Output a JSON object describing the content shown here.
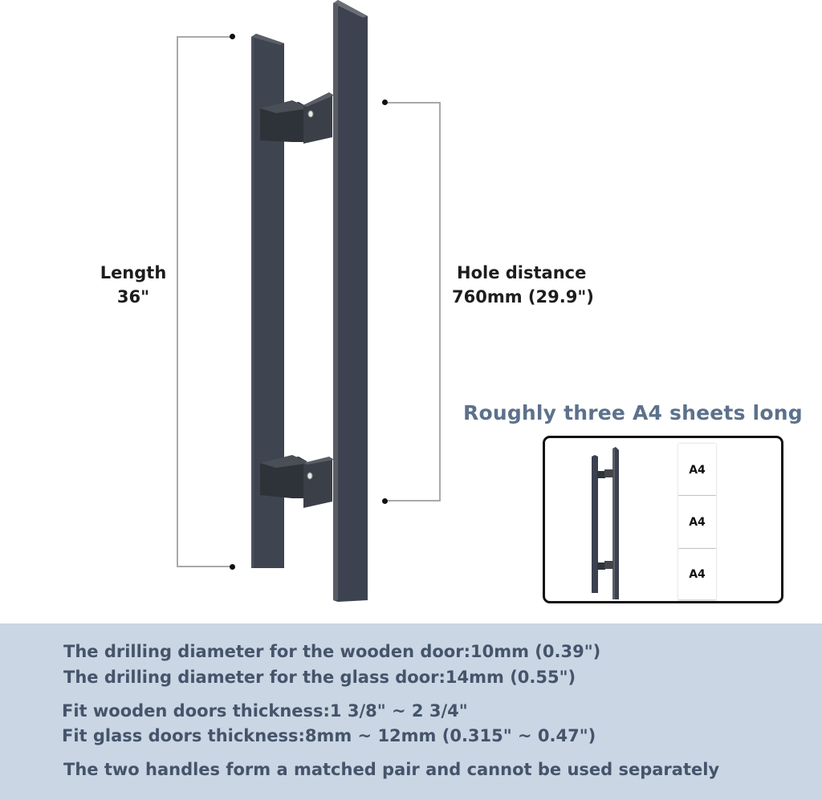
{
  "dimensions": {
    "length": {
      "title": "Length",
      "value": "36\""
    },
    "hole_distance": {
      "title": "Hole distance",
      "value": "760mm  (29.9\")"
    }
  },
  "comparison": {
    "title": "Roughly three A4 sheets long",
    "sheets": [
      "A4",
      "A4",
      "A4"
    ]
  },
  "specs": [
    "The drilling diameter for the wooden door:10mm  (0.39\")",
    "The drilling diameter for the glass door:14mm (0.55\")",
    "Fit wooden doors thickness:1  3/8\" ~ 2  3/4\"",
    "Fit glass doors thickness:8mm ~ 12mm   (0.315\" ~ 0.47\")",
    "The two handles form a matched pair and cannot be used separately"
  ],
  "colors": {
    "handle": "#3e4350",
    "accent_title": "#5c718b",
    "spec_text": "#45546b",
    "panel_bg": "#cbd6e4"
  }
}
